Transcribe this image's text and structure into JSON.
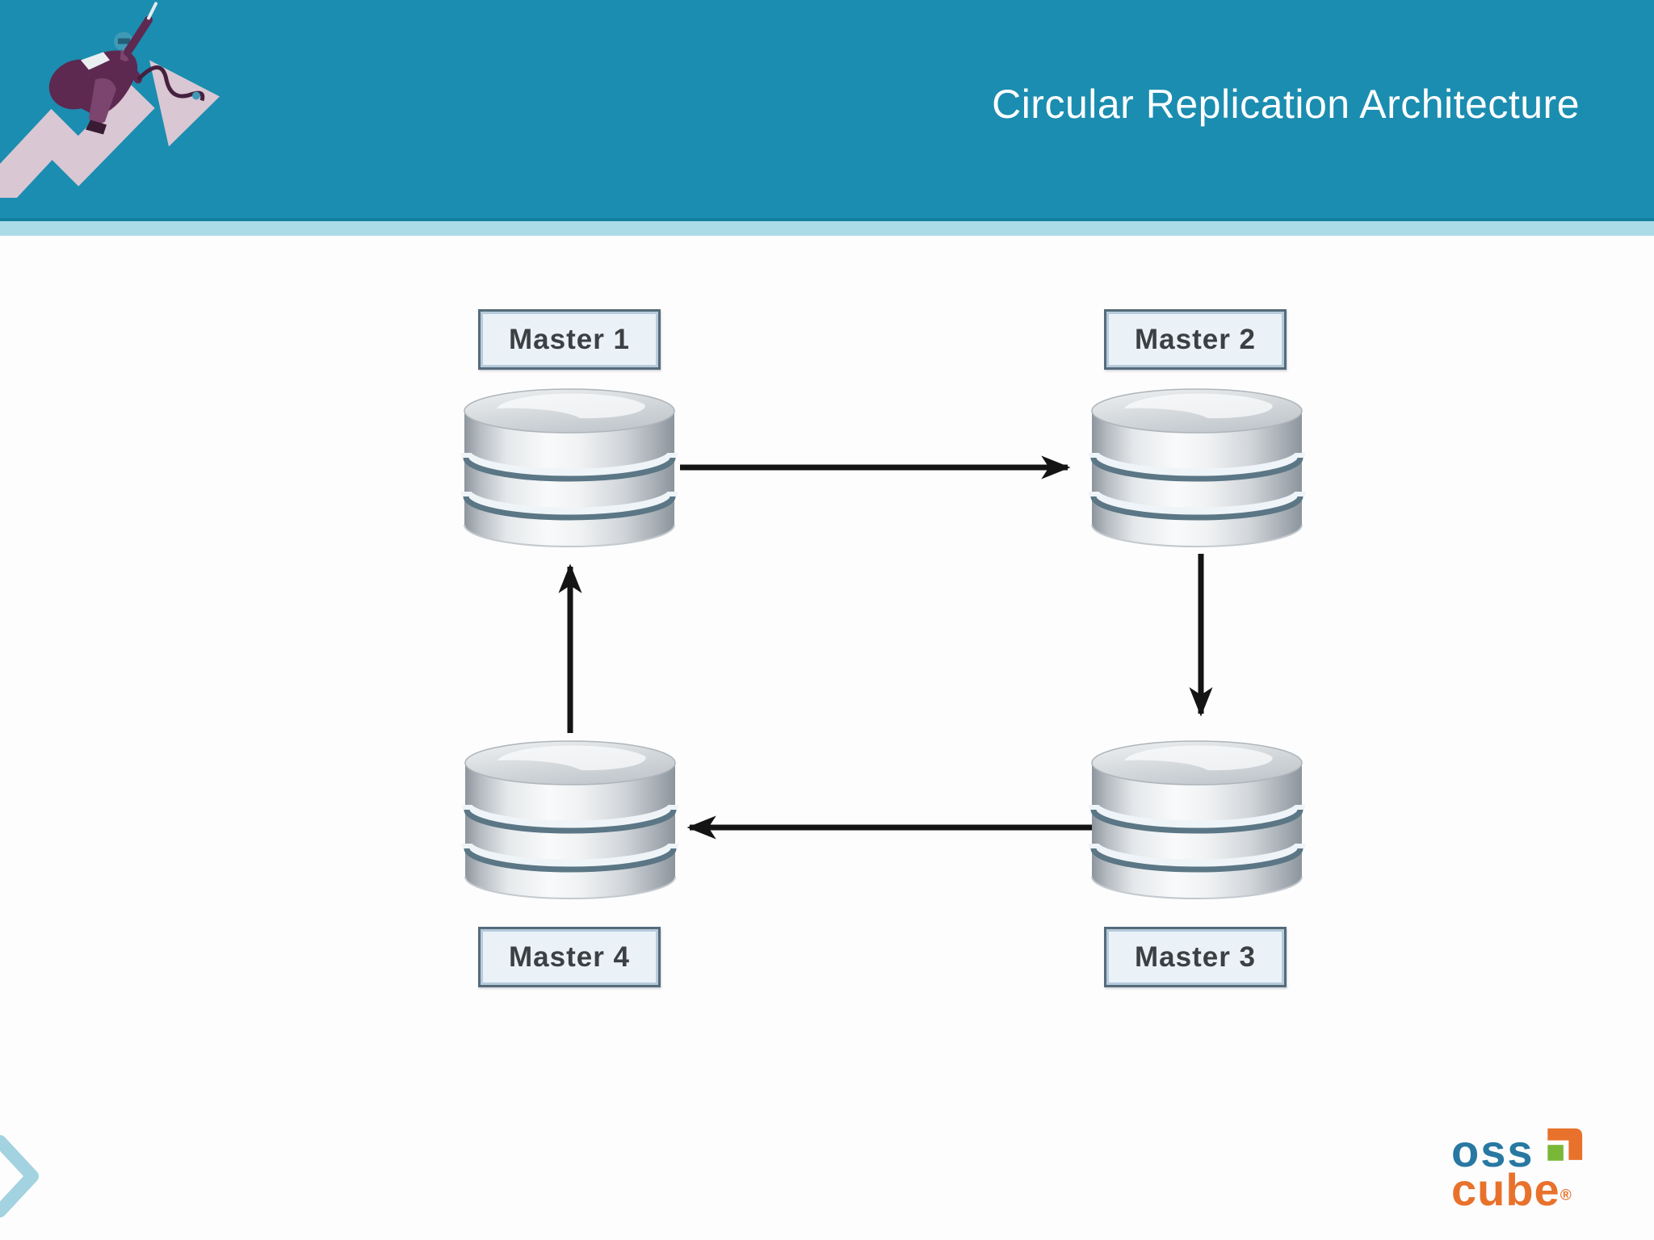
{
  "slide": {
    "title": "Circular Replication Architecture"
  },
  "diagram": {
    "nodes": [
      {
        "id": "master-1",
        "label": "Master 1"
      },
      {
        "id": "master-2",
        "label": "Master 2"
      },
      {
        "id": "master-3",
        "label": "Master 3"
      },
      {
        "id": "master-4",
        "label": "Master 4"
      }
    ],
    "edges": [
      {
        "from": "Master 1",
        "to": "Master 2",
        "direction": "right"
      },
      {
        "from": "Master 2",
        "to": "Master 3",
        "direction": "down"
      },
      {
        "from": "Master 3",
        "to": "Master 4",
        "direction": "left"
      },
      {
        "from": "Master 4",
        "to": "Master 1",
        "direction": "up"
      }
    ]
  },
  "footer": {
    "logo_line1": "oss",
    "logo_line2": "cube",
    "registered_mark": "®"
  },
  "colors": {
    "header_teal": "#1b8db0",
    "header_edge": "#14809f",
    "strip_blue": "#abdbe7",
    "label_fill": "#eaf2f8",
    "label_border": "#566b7a",
    "arrow_black": "#141414",
    "logo_blue": "#2878a2",
    "logo_orange": "#e8722c",
    "logo_green": "#79b837",
    "mascot_arrow_pink": "#d9c7d3",
    "mascot_plum": "#5d2950",
    "chevron_blue": "#a3d2e0"
  }
}
